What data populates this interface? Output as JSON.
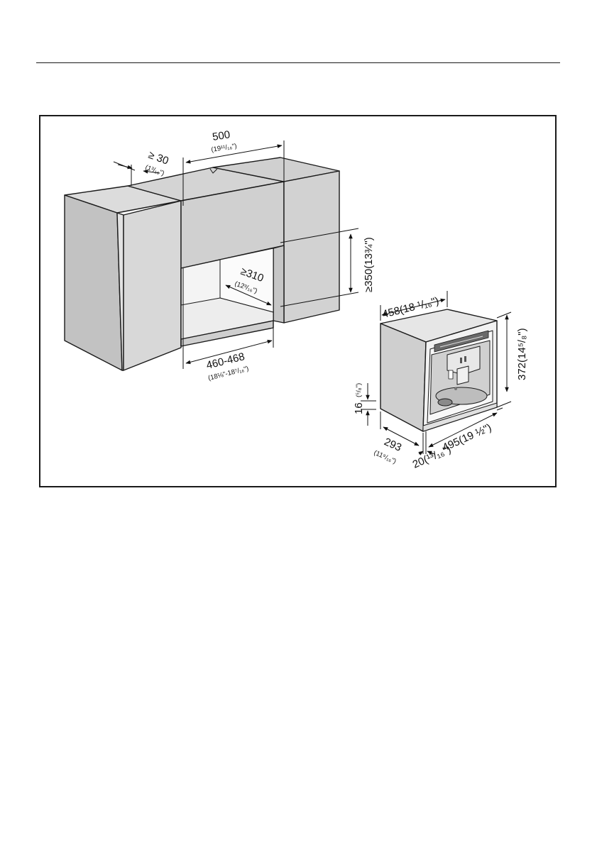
{
  "diagram": {
    "labels": {
      "gap_top": "≥ 30",
      "gap_top_in": "(1³/₁₆\")",
      "width_niche": "500",
      "width_niche_in": "(19¹¹/₁₆\")",
      "height_niche": "≥350(13¾\")",
      "depth_niche": "≥310",
      "depth_niche_in": "(12³/₁₆\")",
      "width_opening": "460-468",
      "width_opening_in": "(18⅛\"-18⁷/₁₆\")",
      "machine_width": "458(18 ¹/₁₆\")",
      "machine_height": "372(14⁵/₈\")",
      "machine_depth": "495(19 ½\")",
      "machine_16": "16",
      "machine_16_in": "(⁵/₈\")",
      "machine_293": "293",
      "machine_293_in": "(11⁹/₁₆\")",
      "machine_20": "20(¹³/₁₆\")"
    }
  }
}
